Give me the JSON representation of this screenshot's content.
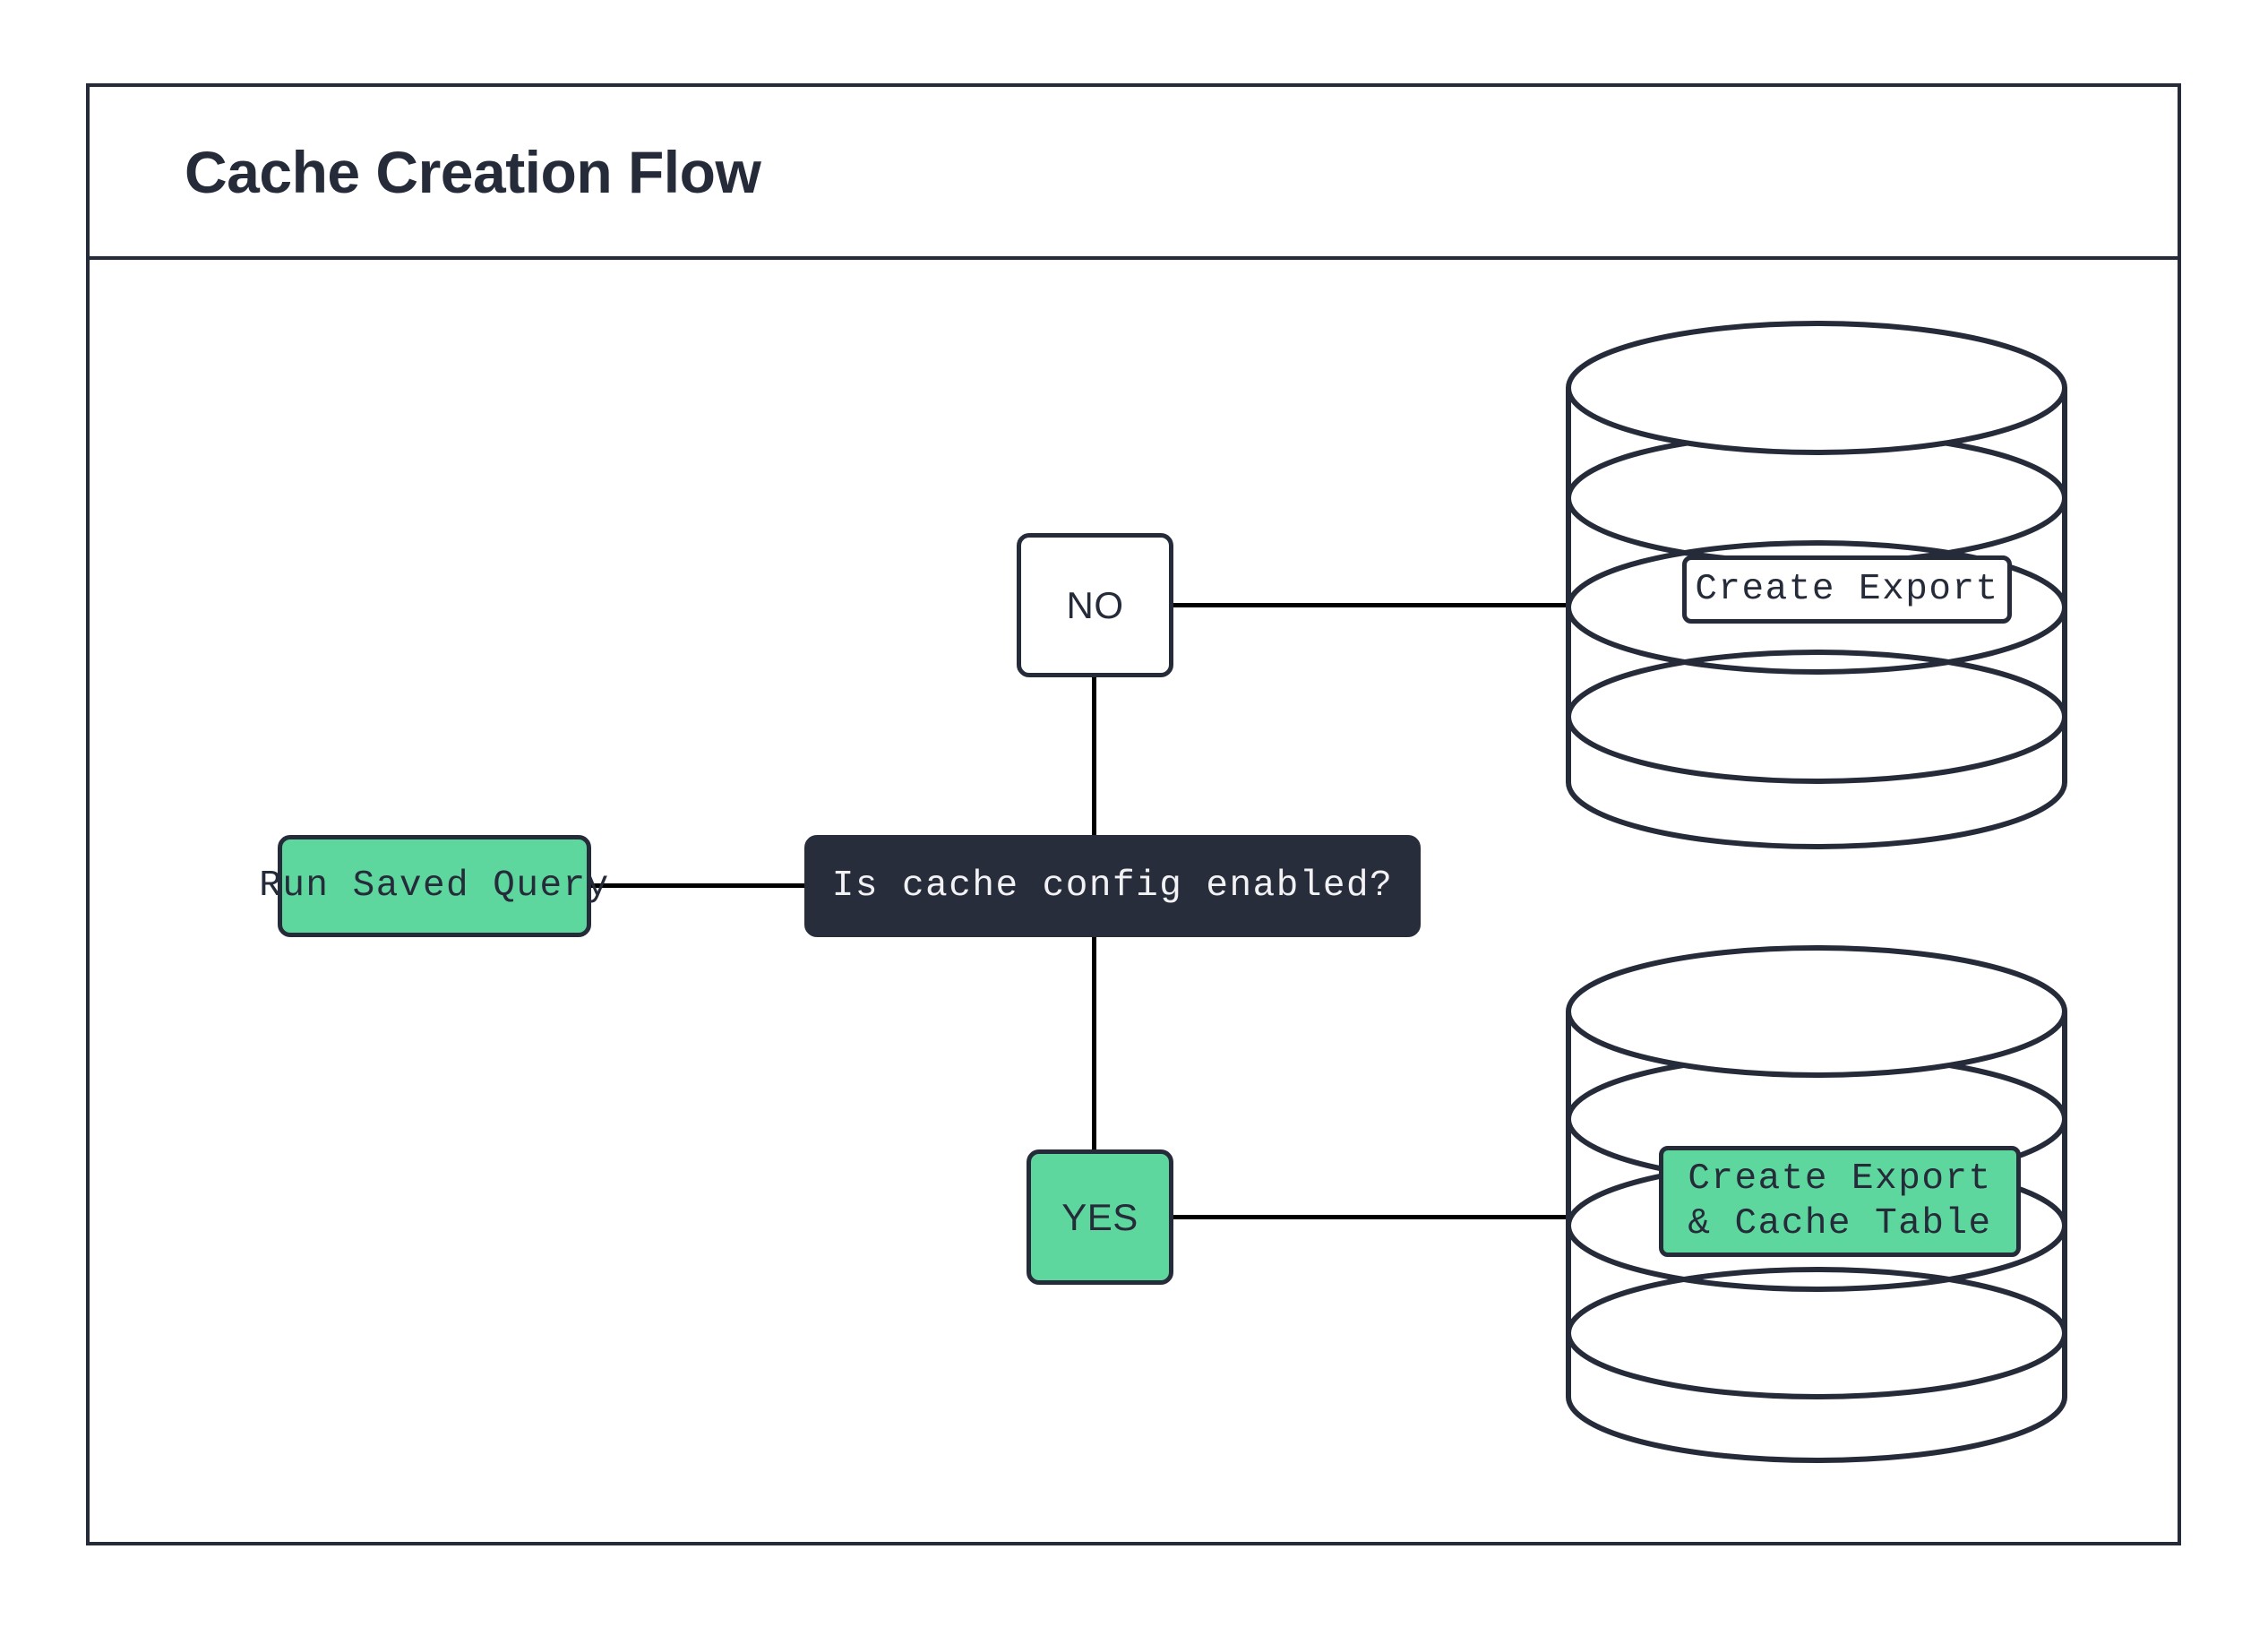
{
  "diagram": {
    "title": "Cache Creation Flow",
    "accent_green": "#5ed79e",
    "dark_navy": "#262b3a",
    "decision_fill": "#282d3c",
    "line_color": "#000000",
    "background": "#ffffff",
    "nodes": {
      "start": {
        "label": "Run Saved Query",
        "shape": "rounded-rect",
        "fill": "#5ed79e"
      },
      "decision": {
        "label": "Is cache config enabled?",
        "shape": "rounded-rect",
        "fill": "#282d3c"
      },
      "branch_no": {
        "label": "NO",
        "shape": "rounded-rect",
        "fill": "#ffffff"
      },
      "branch_yes": {
        "label": "YES",
        "shape": "rounded-rect",
        "fill": "#5ed79e"
      },
      "store_export": {
        "label": "Create Export",
        "shape": "database-cylinder",
        "fill": "#ffffff"
      },
      "store_export_cache": {
        "label": "Create Export\n& Cache Table",
        "shape": "database-cylinder",
        "fill": "#5ed79e"
      }
    },
    "edges": [
      {
        "from": "start",
        "to": "decision"
      },
      {
        "from": "decision",
        "to": "branch_no"
      },
      {
        "from": "decision",
        "to": "branch_yes"
      },
      {
        "from": "branch_no",
        "to": "store_export"
      },
      {
        "from": "branch_yes",
        "to": "store_export_cache"
      }
    ]
  }
}
